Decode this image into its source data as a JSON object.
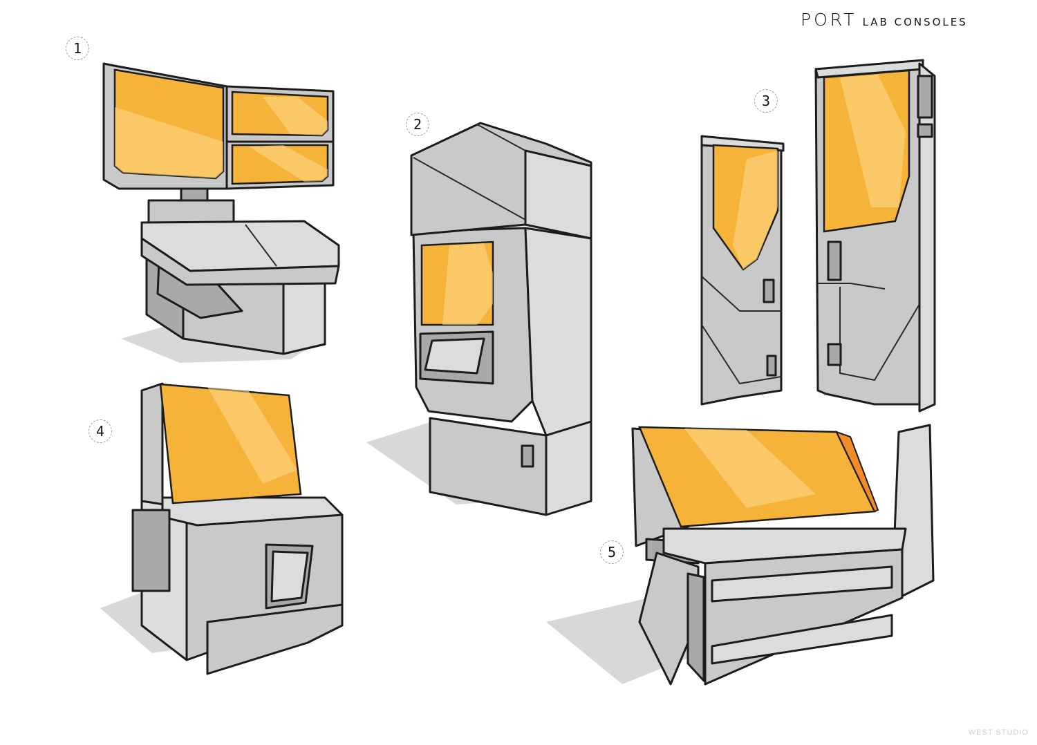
{
  "title": {
    "main": "PORT",
    "sub": "LAB CONSOLES"
  },
  "labels": [
    "1",
    "2",
    "3",
    "4",
    "5"
  ],
  "watermark": "WEST STUDIO",
  "colors": {
    "screen": "#f5b33a",
    "body": "#c9c9c9",
    "outline": "#1c1c1c"
  }
}
